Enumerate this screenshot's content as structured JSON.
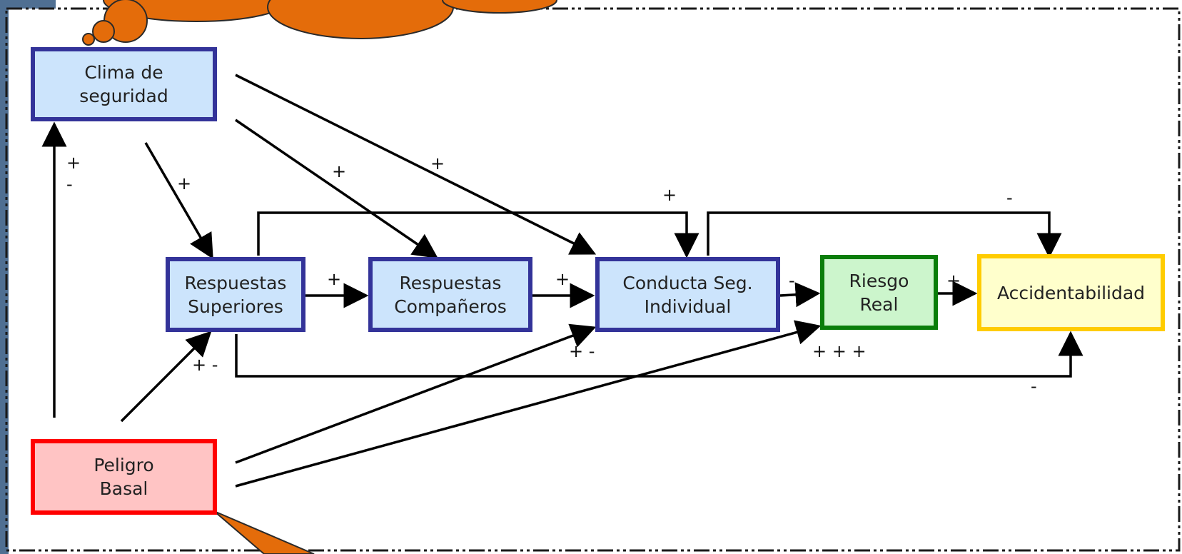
{
  "diagram": {
    "nodes": {
      "clima": "Clima de\nseguridad",
      "superiores": "Respuestas\nSuperiores",
      "companeros": "Respuestas\nCompañeros",
      "conducta": "Conducta Seg.\nIndividual",
      "riesgo": "Riesgo\nReal",
      "accidentabilidad": "Accidentabilidad",
      "peligro": "Peligro\nBasal"
    },
    "signs": {
      "peligro_clima": "+\n-",
      "clima_superiores": "+",
      "clima_companeros": "+",
      "clima_conducta": "+",
      "superiores_conducta_top": "+",
      "conducta_accid_top": "-",
      "superiores_companeros": "+",
      "companeros_conducta": "+",
      "conducta_riesgo": "-",
      "riesgo_accid": "+",
      "peligro_superiores": "+ -",
      "peligro_conducta": "+ -",
      "peligro_riesgo": "+ + +",
      "superiores_accid_bottom": "-"
    },
    "colors": {
      "blue_border": "#333399",
      "blue_fill": "#cce4fc",
      "green_border": "#0a7d0a",
      "green_fill": "#ccf5cc",
      "yellow_border": "#ffcc00",
      "yellow_fill": "#ffffcc",
      "red_border": "#ff0000",
      "red_fill": "#ffc4c4",
      "callout": "#e46c0a",
      "frame": "#1a1a1a"
    }
  }
}
